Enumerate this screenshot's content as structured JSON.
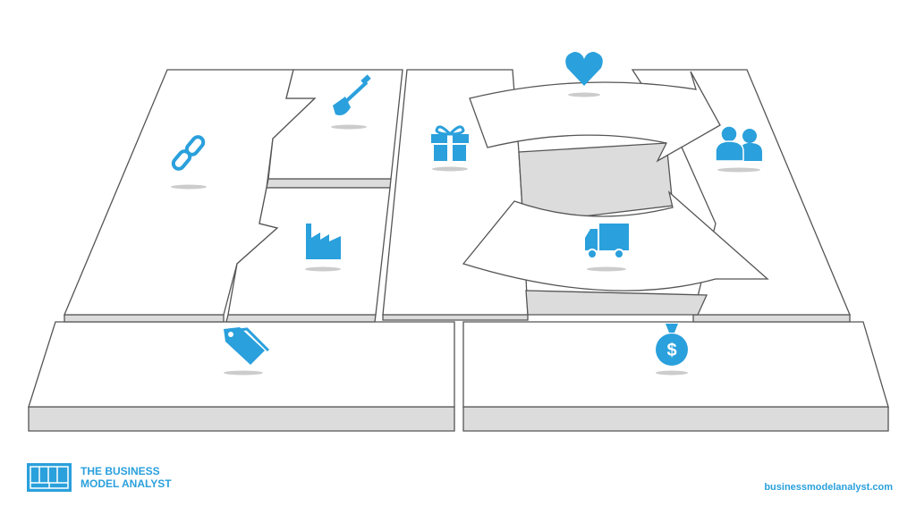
{
  "brand": {
    "line1": "THE BUSINESS",
    "line2": "MODEL ANALYST",
    "url": "businessmodelanalyst.com"
  },
  "colors": {
    "accent": "#2aa0dc",
    "tile_stroke": "#555555",
    "tile_side": "#dcdcdc"
  },
  "blocks": [
    {
      "id": "key-partners",
      "icon": "link-icon"
    },
    {
      "id": "key-activities",
      "icon": "shovel-icon"
    },
    {
      "id": "key-resources",
      "icon": "factory-icon"
    },
    {
      "id": "value-propositions",
      "icon": "gift-icon"
    },
    {
      "id": "customer-relationships",
      "icon": "heart-icon"
    },
    {
      "id": "customer-segments",
      "icon": "users-icon"
    },
    {
      "id": "channels",
      "icon": "truck-icon"
    },
    {
      "id": "cost-structure",
      "icon": "price-tag-icon"
    },
    {
      "id": "revenue-streams",
      "icon": "money-bag-icon"
    }
  ]
}
